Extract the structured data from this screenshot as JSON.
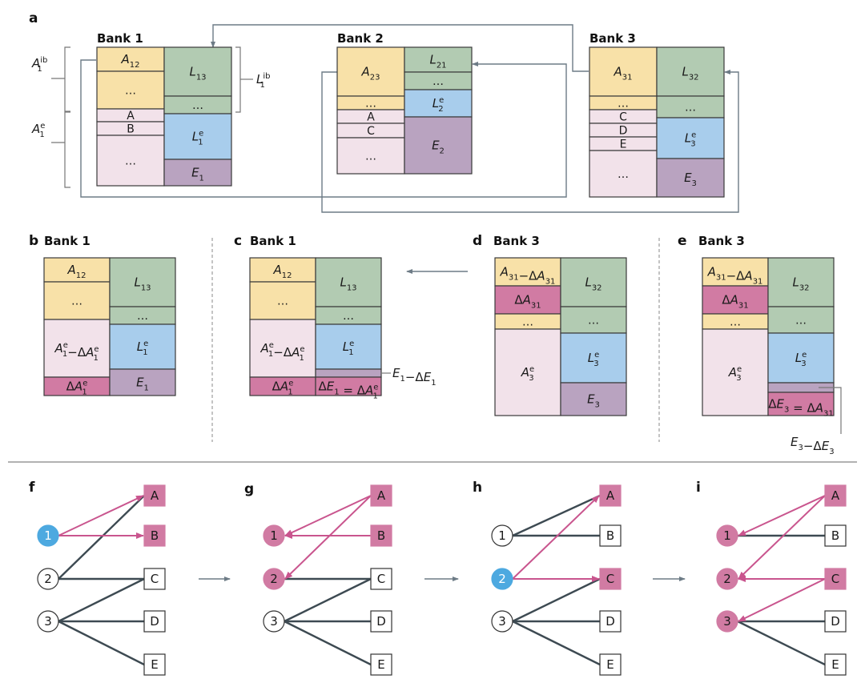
{
  "colors": {
    "alloc": "#f8e1a8",
    "liab_ib": "#b2cbb2",
    "liab_ext": "#a8cdec",
    "equity": "#b9a3c0",
    "ext_asset": "#f2e2ea",
    "shock": "#d17ba3",
    "active": "#4da9e0",
    "edge_pink": "#c9558e",
    "edge_dark": "#3d4a52",
    "divider": "#888888"
  },
  "panel_labels": {
    "a": "a",
    "b": "b",
    "c": "c",
    "d": "d",
    "e": "e",
    "f": "f",
    "g": "g",
    "h": "h",
    "i": "i"
  },
  "panel_a": {
    "banks": [
      {
        "title": "Bank 1",
        "left": [
          {
            "text": "A",
            "sub": "12",
            "kind": "alloc",
            "h": 30
          },
          {
            "text": "…",
            "kind": "alloc",
            "h": 47
          },
          {
            "plain": "A",
            "kind": "ext_asset",
            "h": 16
          },
          {
            "plain": "B",
            "kind": "ext_asset",
            "h": 17
          },
          {
            "text": "…",
            "kind": "ext_asset",
            "h": 63
          }
        ],
        "right": [
          {
            "text": "L",
            "sub": "13",
            "kind": "liab_ib",
            "h": 61
          },
          {
            "text": "…",
            "kind": "liab_ib",
            "h": 22
          },
          {
            "text": "L",
            "sub": "1",
            "sup": "e",
            "kind": "liab_ext",
            "h": 57
          },
          {
            "text": "E",
            "sub": "1",
            "kind": "equity",
            "h": 33
          }
        ]
      },
      {
        "title": "Bank 2",
        "left": [
          {
            "text": "A",
            "sub": "23",
            "kind": "alloc",
            "h": 61
          },
          {
            "text": "…",
            "kind": "alloc",
            "h": 17
          },
          {
            "plain": "A",
            "kind": "ext_asset",
            "h": 17
          },
          {
            "plain": "C",
            "kind": "ext_asset",
            "h": 18
          },
          {
            "text": "…",
            "kind": "ext_asset",
            "h": 45
          }
        ],
        "right": [
          {
            "text": "L",
            "sub": "21",
            "kind": "liab_ib",
            "h": 31
          },
          {
            "text": "…",
            "kind": "liab_ib",
            "h": 22
          },
          {
            "text": "L",
            "sub": "2",
            "sup": "e",
            "kind": "liab_ext",
            "h": 34
          },
          {
            "text": "E",
            "sub": "2",
            "kind": "equity",
            "h": 71
          }
        ]
      },
      {
        "title": "Bank 3",
        "left": [
          {
            "text": "A",
            "sub": "31",
            "kind": "alloc",
            "h": 61
          },
          {
            "text": "…",
            "kind": "alloc",
            "h": 17
          },
          {
            "plain": "C",
            "kind": "ext_asset",
            "h": 17
          },
          {
            "plain": "D",
            "kind": "ext_asset",
            "h": 17
          },
          {
            "plain": "E",
            "kind": "ext_asset",
            "h": 17
          },
          {
            "text": "…",
            "kind": "ext_asset",
            "h": 58
          }
        ],
        "right": [
          {
            "text": "L",
            "sub": "32",
            "kind": "liab_ib",
            "h": 61
          },
          {
            "text": "…",
            "kind": "liab_ib",
            "h": 27
          },
          {
            "text": "L",
            "sub": "3",
            "sup": "e",
            "kind": "liab_ext",
            "h": 51
          },
          {
            "text": "E",
            "sub": "3",
            "kind": "equity",
            "h": 48
          }
        ]
      }
    ],
    "brackets": [
      {
        "text": "A",
        "sub": "1",
        "sup": "ib"
      },
      {
        "text": "A",
        "sub": "1",
        "sup": "e"
      },
      {
        "text": "L",
        "sub": "1",
        "sup": "ib"
      }
    ]
  },
  "panel_b": {
    "title": "Bank 1",
    "left": [
      {
        "text": "A",
        "sub": "12",
        "kind": "alloc",
        "h": 30
      },
      {
        "text": "…",
        "kind": "alloc",
        "h": 47
      },
      {
        "expr": [
          [
            "A",
            "1",
            "e"
          ],
          "−Δ",
          [
            "A",
            "1",
            "e"
          ]
        ],
        "kind": "ext_asset",
        "h": 72
      },
      {
        "expr": [
          "Δ",
          [
            "A",
            "1",
            "e"
          ]
        ],
        "kind": "shock",
        "h": 23
      }
    ],
    "right": [
      {
        "text": "L",
        "sub": "13",
        "kind": "liab_ib",
        "h": 61
      },
      {
        "text": "…",
        "kind": "liab_ib",
        "h": 22
      },
      {
        "text": "L",
        "sub": "1",
        "sup": "e",
        "kind": "liab_ext",
        "h": 56
      },
      {
        "text": "E",
        "sub": "1",
        "kind": "equity",
        "h": 33
      }
    ]
  },
  "panel_c": {
    "title": "Bank 1",
    "left": [
      {
        "text": "A",
        "sub": "12",
        "kind": "alloc",
        "h": 30
      },
      {
        "text": "…",
        "kind": "alloc",
        "h": 47
      },
      {
        "expr": [
          [
            "A",
            "1",
            "e"
          ],
          "−Δ",
          [
            "A",
            "1",
            "e"
          ]
        ],
        "kind": "ext_asset",
        "h": 72
      },
      {
        "expr": [
          "Δ",
          [
            "A",
            "1",
            "e"
          ]
        ],
        "kind": "shock",
        "h": 23
      }
    ],
    "right": [
      {
        "text": "L",
        "sub": "13",
        "kind": "liab_ib",
        "h": 61
      },
      {
        "text": "…",
        "kind": "liab_ib",
        "h": 22
      },
      {
        "text": "L",
        "sub": "1",
        "sup": "e",
        "kind": "liab_ext",
        "h": 56
      },
      {
        "text": "",
        "kind": "equity",
        "h": 10
      },
      {
        "expr": [
          "Δ",
          [
            "E",
            "1"
          ],
          " = Δ",
          [
            "A",
            "1",
            "e"
          ]
        ],
        "kind": "shock",
        "h": 23
      }
    ],
    "callout": {
      "expr": [
        [
          "E",
          "1"
        ],
        "−Δ",
        [
          "E",
          "1"
        ]
      ]
    }
  },
  "panel_d": {
    "title": "Bank 3",
    "left": [
      {
        "expr": [
          [
            "A",
            "31"
          ],
          "−Δ",
          [
            "A",
            "31"
          ]
        ],
        "kind": "alloc",
        "h": 35
      },
      {
        "expr": [
          "Δ",
          [
            "A",
            "31"
          ]
        ],
        "kind": "shock",
        "h": 35
      },
      {
        "text": "…",
        "kind": "alloc",
        "h": 19
      },
      {
        "text": "A",
        "sub": "3",
        "sup": "e",
        "kind": "ext_asset",
        "h": 108
      }
    ],
    "right": [
      {
        "text": "L",
        "sub": "32",
        "kind": "liab_ib",
        "h": 61
      },
      {
        "text": "…",
        "kind": "liab_ib",
        "h": 33
      },
      {
        "text": "L",
        "sub": "3",
        "sup": "e",
        "kind": "liab_ext",
        "h": 62
      },
      {
        "text": "E",
        "sub": "3",
        "kind": "equity",
        "h": 41
      }
    ]
  },
  "panel_e": {
    "title": "Bank 3",
    "left": [
      {
        "expr": [
          [
            "A",
            "31"
          ],
          "−Δ",
          [
            "A",
            "31"
          ]
        ],
        "kind": "alloc",
        "h": 35
      },
      {
        "expr": [
          "Δ",
          [
            "A",
            "31"
          ]
        ],
        "kind": "shock",
        "h": 35
      },
      {
        "text": "…",
        "kind": "alloc",
        "h": 19
      },
      {
        "text": "A",
        "sub": "3",
        "sup": "e",
        "kind": "ext_asset",
        "h": 108
      }
    ],
    "right": [
      {
        "text": "L",
        "sub": "32",
        "kind": "liab_ib",
        "h": 61
      },
      {
        "text": "…",
        "kind": "liab_ib",
        "h": 33
      },
      {
        "text": "L",
        "sub": "3",
        "sup": "e",
        "kind": "liab_ext",
        "h": 62
      },
      {
        "text": "",
        "kind": "equity",
        "h": 12
      },
      {
        "expr": [
          "Δ",
          [
            "E",
            "3"
          ],
          " = Δ",
          [
            "A",
            "31"
          ]
        ],
        "kind": "shock",
        "h": 29
      }
    ],
    "callout": {
      "expr": [
        [
          "E",
          "3"
        ],
        "−Δ",
        [
          "E",
          "3"
        ]
      ]
    }
  },
  "networks": [
    {
      "label": "f",
      "banks": [
        {
          "id": "1",
          "state": "active"
        },
        {
          "id": "2",
          "state": "none"
        },
        {
          "id": "3",
          "state": "none"
        }
      ],
      "assets": [
        {
          "id": "A",
          "state": "shocked"
        },
        {
          "id": "B",
          "state": "shocked"
        },
        {
          "id": "C",
          "state": "none"
        },
        {
          "id": "D",
          "state": "none"
        },
        {
          "id": "E",
          "state": "none"
        }
      ],
      "edges": [
        {
          "bank": "1",
          "asset": "A",
          "type": "pink",
          "dir": "to_asset"
        },
        {
          "bank": "1",
          "asset": "B",
          "type": "pink",
          "dir": "to_asset"
        },
        {
          "bank": "2",
          "asset": "A",
          "type": "dark"
        },
        {
          "bank": "2",
          "asset": "C",
          "type": "dark"
        },
        {
          "bank": "3",
          "asset": "C",
          "type": "dark"
        },
        {
          "bank": "3",
          "asset": "D",
          "type": "dark"
        },
        {
          "bank": "3",
          "asset": "E",
          "type": "dark"
        }
      ]
    },
    {
      "label": "g",
      "banks": [
        {
          "id": "1",
          "state": "shocked"
        },
        {
          "id": "2",
          "state": "shocked"
        },
        {
          "id": "3",
          "state": "none"
        }
      ],
      "assets": [
        {
          "id": "A",
          "state": "shocked"
        },
        {
          "id": "B",
          "state": "shocked"
        },
        {
          "id": "C",
          "state": "none"
        },
        {
          "id": "D",
          "state": "none"
        },
        {
          "id": "E",
          "state": "none"
        }
      ],
      "edges": [
        {
          "bank": "1",
          "asset": "A",
          "type": "pink",
          "dir": "to_bank"
        },
        {
          "bank": "1",
          "asset": "B",
          "type": "pink",
          "dir": "to_bank"
        },
        {
          "bank": "2",
          "asset": "A",
          "type": "pink",
          "dir": "to_bank"
        },
        {
          "bank": "2",
          "asset": "C",
          "type": "dark"
        },
        {
          "bank": "3",
          "asset": "C",
          "type": "dark"
        },
        {
          "bank": "3",
          "asset": "D",
          "type": "dark"
        },
        {
          "bank": "3",
          "asset": "E",
          "type": "dark"
        }
      ]
    },
    {
      "label": "h",
      "banks": [
        {
          "id": "1",
          "state": "none"
        },
        {
          "id": "2",
          "state": "active"
        },
        {
          "id": "3",
          "state": "none"
        }
      ],
      "assets": [
        {
          "id": "A",
          "state": "shocked"
        },
        {
          "id": "B",
          "state": "none"
        },
        {
          "id": "C",
          "state": "shocked"
        },
        {
          "id": "D",
          "state": "none"
        },
        {
          "id": "E",
          "state": "none"
        }
      ],
      "edges": [
        {
          "bank": "1",
          "asset": "A",
          "type": "dark"
        },
        {
          "bank": "1",
          "asset": "B",
          "type": "dark"
        },
        {
          "bank": "2",
          "asset": "A",
          "type": "pink",
          "dir": "to_asset"
        },
        {
          "bank": "2",
          "asset": "C",
          "type": "pink",
          "dir": "to_asset"
        },
        {
          "bank": "3",
          "asset": "C",
          "type": "dark"
        },
        {
          "bank": "3",
          "asset": "D",
          "type": "dark"
        },
        {
          "bank": "3",
          "asset": "E",
          "type": "dark"
        }
      ]
    },
    {
      "label": "i",
      "banks": [
        {
          "id": "1",
          "state": "shocked"
        },
        {
          "id": "2",
          "state": "shocked"
        },
        {
          "id": "3",
          "state": "shocked"
        }
      ],
      "assets": [
        {
          "id": "A",
          "state": "shocked"
        },
        {
          "id": "B",
          "state": "none"
        },
        {
          "id": "C",
          "state": "shocked"
        },
        {
          "id": "D",
          "state": "none"
        },
        {
          "id": "E",
          "state": "none"
        }
      ],
      "edges": [
        {
          "bank": "1",
          "asset": "A",
          "type": "pink",
          "dir": "to_bank"
        },
        {
          "bank": "1",
          "asset": "B",
          "type": "dark"
        },
        {
          "bank": "2",
          "asset": "A",
          "type": "pink",
          "dir": "to_bank"
        },
        {
          "bank": "2",
          "asset": "C",
          "type": "pink",
          "dir": "to_bank"
        },
        {
          "bank": "3",
          "asset": "C",
          "type": "pink",
          "dir": "to_bank"
        },
        {
          "bank": "3",
          "asset": "D",
          "type": "dark"
        },
        {
          "bank": "3",
          "asset": "E",
          "type": "dark"
        }
      ]
    }
  ]
}
